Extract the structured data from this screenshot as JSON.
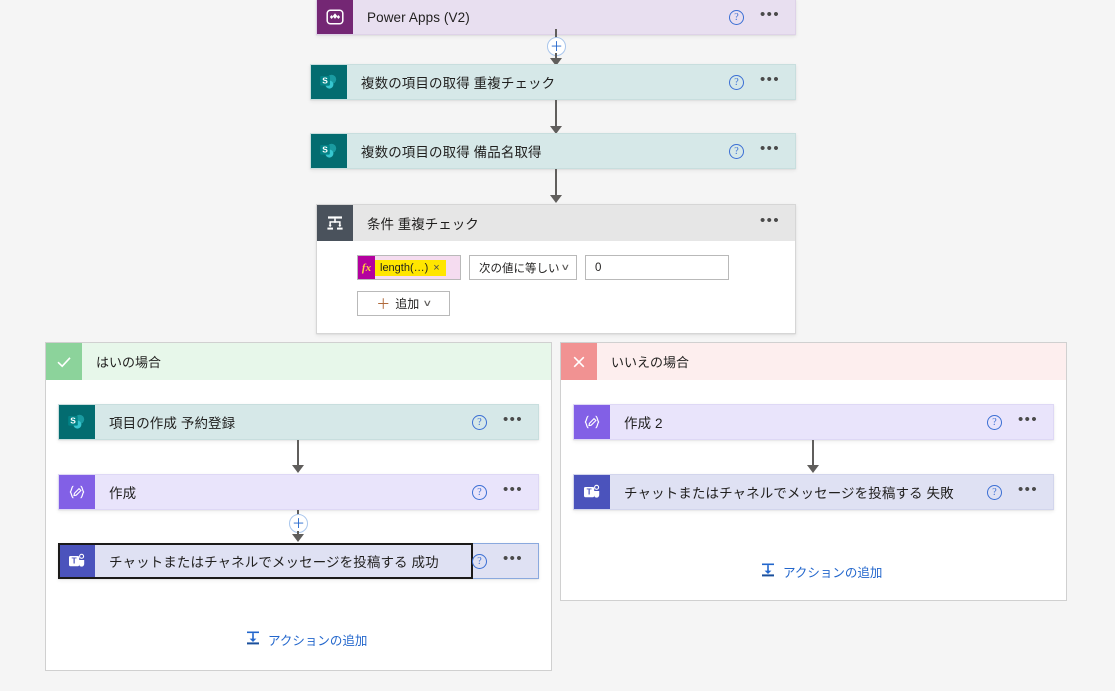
{
  "canvas": {
    "background": "#f5f5f5",
    "card_border": "#d6d6d6"
  },
  "nodes": [
    {
      "id": "power-apps",
      "title": "Power Apps (V2)",
      "icon": "power-apps-icon",
      "variant": "powerapps",
      "help_label": "?",
      "menu_label": "•••"
    },
    {
      "id": "get-items-dup-check",
      "title": "複数の項目の取得 重複チェック",
      "icon": "sharepoint-icon",
      "variant": "sharepoint",
      "help_label": "?",
      "menu_label": "•••"
    },
    {
      "id": "get-items-equipment-name",
      "title": "複数の項目の取得 備品名取得",
      "icon": "sharepoint-icon",
      "variant": "sharepoint",
      "help_label": "?",
      "menu_label": "•••"
    }
  ],
  "condition": {
    "title": "条件 重複チェック",
    "icon": "condition-icon",
    "menu_label": "•••",
    "expression": {
      "fx_label": "fx",
      "token_text": "length(…)",
      "remove_label": "×"
    },
    "operator": {
      "value": "次の値に等しい",
      "chevron": "∨"
    },
    "value": "0",
    "add_button": {
      "plus": "＋",
      "label": "追加",
      "chevron": "∨"
    }
  },
  "branches": {
    "yes": {
      "label": "はいの場合",
      "icon": "check-icon",
      "nodes": [
        {
          "id": "create-item-reservation",
          "title": "項目の作成 予約登録",
          "icon": "sharepoint-icon",
          "variant": "sharepoint",
          "help_label": "?",
          "menu_label": "•••",
          "focused": false
        },
        {
          "id": "compose",
          "title": "作成",
          "icon": "compose-icon",
          "variant": "compose",
          "help_label": "?",
          "menu_label": "•••",
          "focused": false
        },
        {
          "id": "post-message-success",
          "title": "チャットまたはチャネルでメッセージを投稿する 成功",
          "icon": "teams-icon",
          "variant": "teams",
          "help_label": "?",
          "menu_label": "•••",
          "focused": true
        }
      ],
      "add_action": {
        "label": "アクションの追加",
        "icon": "insert-action-icon"
      }
    },
    "no": {
      "label": "いいえの場合",
      "icon": "close-icon",
      "nodes": [
        {
          "id": "compose-2",
          "title": "作成 2",
          "icon": "compose-icon",
          "variant": "compose",
          "help_label": "?",
          "menu_label": "•••",
          "focused": false
        },
        {
          "id": "post-message-failure",
          "title": "チャットまたはチャネルでメッセージを投稿する 失敗",
          "icon": "teams-icon",
          "variant": "teams",
          "help_label": "?",
          "menu_label": "•••",
          "focused": false
        }
      ],
      "add_action": {
        "label": "アクションの追加",
        "icon": "insert-action-icon"
      }
    }
  },
  "connectors": {
    "plus_label": "＋"
  }
}
